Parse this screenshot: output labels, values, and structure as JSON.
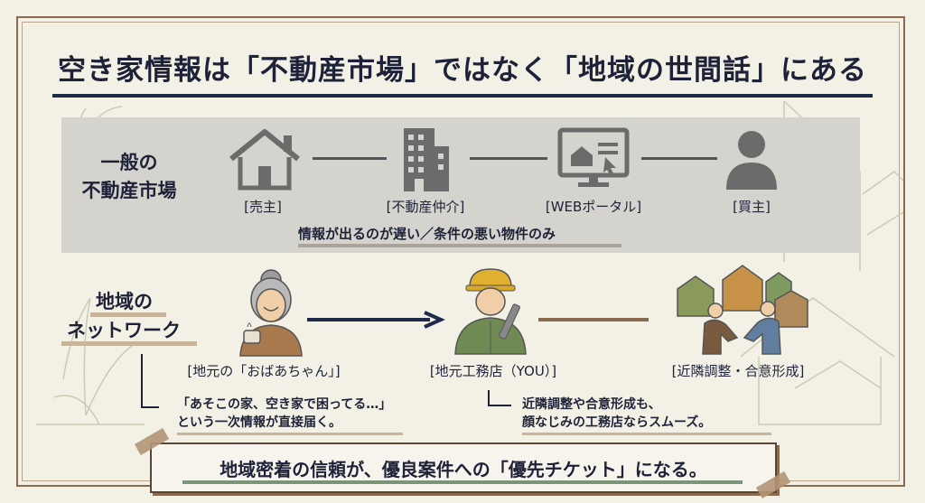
{
  "title": "空き家情報は「不動産市場」ではなく「地域の世間話」にある",
  "market": {
    "label_line1": "一般の",
    "label_line2": "不動産市場",
    "nodes": [
      {
        "label": "[売主]",
        "icon": "house-icon"
      },
      {
        "label": "[不動産仲介]",
        "icon": "office-building-icon"
      },
      {
        "label": "[WEBポータル]",
        "icon": "web-portal-monitor-icon"
      },
      {
        "label": "[買主]",
        "icon": "person-icon"
      }
    ],
    "note": "情報が出るのが遅い／条件の悪い物件のみ"
  },
  "network": {
    "label_line1": "地域の",
    "label_line2": "ネットワーク",
    "nodes": [
      {
        "label": "[地元の「おばあちゃん」]",
        "icon": "grandmother-icon"
      },
      {
        "label": "[地元工務店（YOU）]",
        "icon": "construction-worker-icon"
      },
      {
        "label": "[近隣調整・合意形成]",
        "icon": "handshake-houses-icon"
      }
    ],
    "note1_line1": "「あそこの家、空き家で困ってる…」",
    "note1_line2": "という一次情報が直接届く。",
    "note2_line1": "近隣調整や合意形成も、",
    "note2_line2": "顔なじみの工務店ならスムーズ。"
  },
  "banner": "地域密着の信頼が、優良案件への「優先チケット」になる。",
  "colors": {
    "navy": "#1e2a4a",
    "band_gray": "#d4d3ce",
    "brown": "#8a6a4e",
    "green": "#7a9478",
    "background": "#f3f1e6"
  }
}
